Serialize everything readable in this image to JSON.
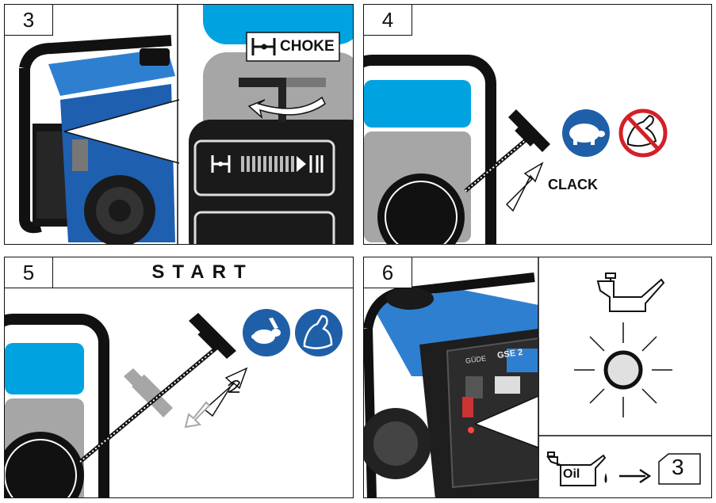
{
  "panels": {
    "p3": {
      "number": "3",
      "choke_label": "CHOKE"
    },
    "p4": {
      "number": "4",
      "clack_label": "CLACK"
    },
    "p5": {
      "number": "5",
      "title": "START"
    },
    "p6": {
      "number": "6",
      "oil_label": "Oil",
      "ref_number": "3",
      "brand_label": "GÜDE",
      "model_label": "GSE 2"
    }
  },
  "colors": {
    "blue": "#00a3e0",
    "gray": "#a6a6a6",
    "dark": "#1a1a1a",
    "icon_blue": "#1f5fa8",
    "prohibit_red": "#d32027"
  }
}
